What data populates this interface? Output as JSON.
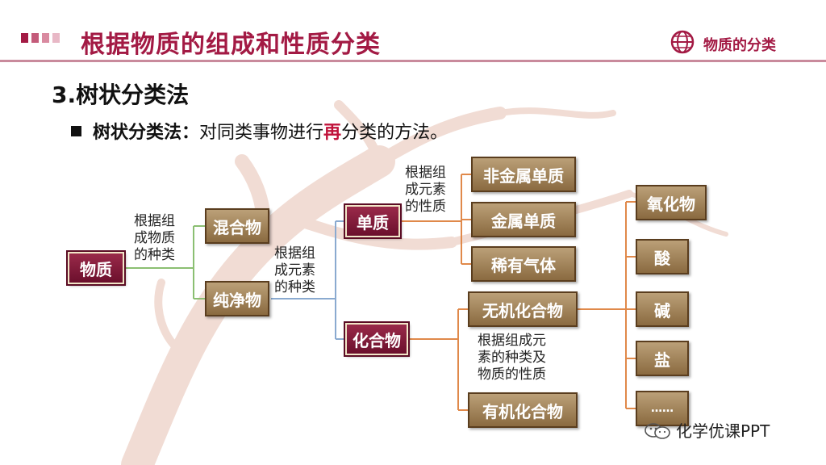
{
  "header": {
    "title": "根据物质的组成和性质分类",
    "brand": "物质的分类"
  },
  "section_title": "3.树状分类法",
  "bullet": {
    "term": "树状分类法",
    "colon": "：",
    "text_before": "对同类事物进行",
    "highlight": "再",
    "text_after": "分类的方法。"
  },
  "tree": {
    "root": "物质",
    "mixture": "混合物",
    "pure": "纯净物",
    "element_substance": "单质",
    "compound": "化合物",
    "nonmetal": "非金属单质",
    "metal": "金属单质",
    "noble_gas": "稀有气体",
    "inorganic": "无机化合物",
    "organic": "有机化合物",
    "oxide": "氧化物",
    "acid": "酸",
    "base": "碱",
    "salt": "盐",
    "more": "……",
    "label_composition": "根据组\n成物质\n的种类",
    "label_elements": "根据组\n成元素\n的种类",
    "label_properties": "根据组\n成元素\n的性质",
    "label_compound": "根据组成元\n素的种类及\n物质的性质"
  },
  "watermark": "化学优课PPT",
  "colors": {
    "accent": "#a31a44",
    "node_gold": "#a58863",
    "node_red": "#7d1535",
    "line_green": "#8bbf72",
    "line_blue": "#8aaad0",
    "line_orange": "#e0894a"
  }
}
